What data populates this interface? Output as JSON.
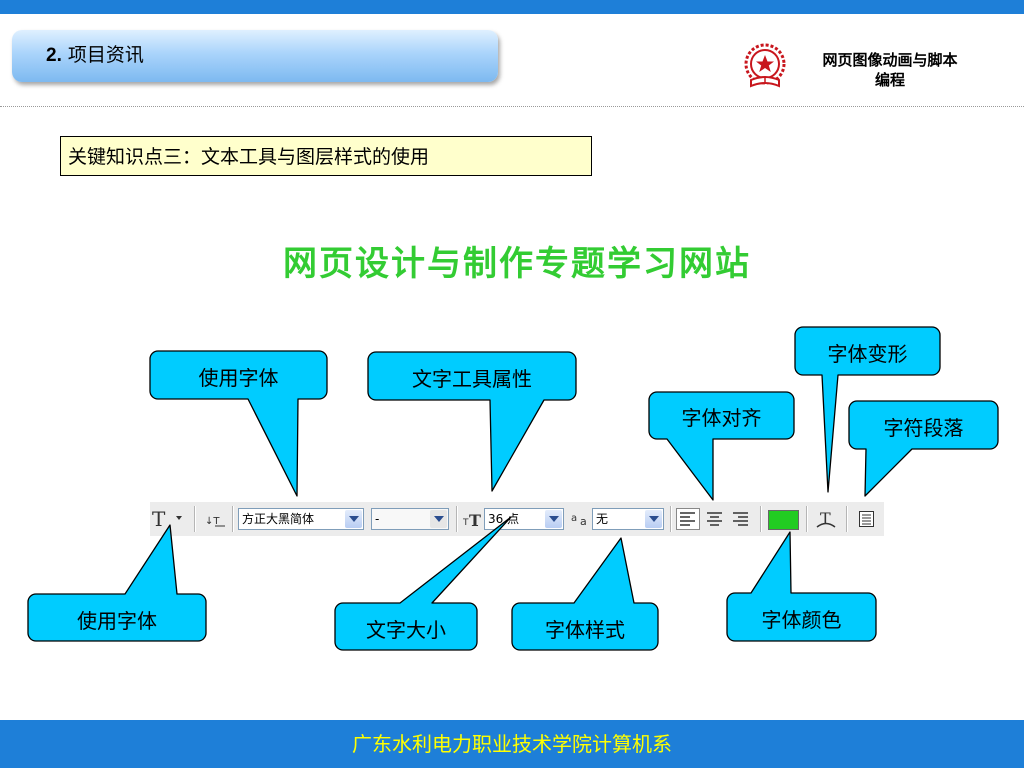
{
  "header": {
    "section_number": "2.",
    "section_title": "项目资讯",
    "course_title_line1": "网页图像动画与脚本",
    "course_title_line2": "编程",
    "logo_icon": "college-emblem-icon"
  },
  "keypoint": "关键知识点三：文本工具与图层样式的使用",
  "main_title": "网页设计与制作专题学习网站",
  "callouts": {
    "use_font_top": "使用字体",
    "text_tool_props": "文字工具属性",
    "font_align": "字体对齐",
    "font_warp": "字体变形",
    "char_paragraph": "字符段落",
    "use_font_bottom": "使用字体",
    "text_size": "文字大小",
    "font_style": "字体样式",
    "font_color": "字体颜色"
  },
  "toolbar": {
    "font_family": "方正大黑简体",
    "font_style": "-",
    "font_size": "36 点",
    "antialias": "无",
    "text_color": "#22cc22",
    "icons": [
      "text-tool-icon",
      "orientation-toggle-icon",
      "font-size-icon",
      "antialias-icon",
      "align-left-icon",
      "align-center-icon",
      "align-right-icon",
      "warp-text-icon",
      "palettes-icon"
    ]
  },
  "colors": {
    "callout_fill": "#00ccff",
    "title_green": "#33cc33",
    "bar_blue": "#1e7fd8",
    "footer_text": "#ffff00"
  },
  "footer": "广东水利电力职业技术学院计算机系"
}
